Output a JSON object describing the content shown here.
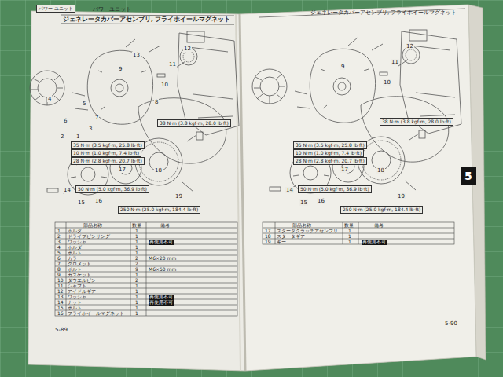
{
  "diagram": {
    "title": "ジェネレータカバーアセンブリ, フライホイールマグネット",
    "nodes": [
      {
        "text": [
          "パワー ユニット"
        ]
      },
      {
        "text": [
          "5"
        ]
      },
      {
        "text": [
          "38 N·m (3.8 kgf·m, 28.0 lb·ft)"
        ]
      },
      {
        "text": [
          "35 N·m (3.5 kgf·m, 25.8 lb·ft)"
        ]
      },
      {
        "text": [
          "10 N·m (1.0 kgf·m, 7.4 lb·ft)"
        ]
      },
      {
        "text": [
          "28 N·m (2.8 kgf·m, 20.7 lb·ft)"
        ]
      },
      {
        "text": [
          "50 N·m (5.0 kgf·m, 36.9 lb·ft)"
        ]
      },
      {
        "text": [
          "250 N·m (25.0 kgf·m, 184.4 lb·ft)"
        ]
      },
      {
        "text": [
          "38 N·m (3.8 kgf·m, 28.0 lb·ft)"
        ]
      },
      {
        "text": [
          "35 N·m (3.5 kgf·m, 25.8 lb·ft)"
        ]
      },
      {
        "text": [
          "10 N·m (1.0 kgf·m, 7.4 lb·ft)"
        ]
      },
      {
        "text": [
          "28 N·m (2.8 kgf·m, 20.7 lb·ft)"
        ]
      },
      {
        "text": [
          "50 N·m (5.0 kgf·m, 36.9 lb·ft)"
        ]
      },
      {
        "text": [
          "250 N·m (25.0 kgf·m, 184.4 lb·ft)"
        ]
      }
    ],
    "labels": [
      "パワーユニット",
      "ジェネレータカバーアセンブリ, フライホイールマグネット",
      "12",
      "11",
      "13",
      "9",
      "10",
      "8",
      "4",
      "5",
      "6",
      "7",
      "3",
      "2",
      "1",
      "17",
      "18",
      "19",
      "14",
      "15",
      "16",
      "12",
      "11",
      "10",
      "9",
      "17",
      "18",
      "19",
      "14",
      "15",
      "16",
      "部品名称",
      "数量",
      "備考",
      "1",
      "ホルダ",
      "1",
      "2",
      "ドライブピンリング",
      "1",
      "3",
      "ワッシャ",
      "1",
      "再使用不可",
      "4",
      "ホルダ",
      "1",
      "5",
      "ボルト",
      "1",
      "6",
      "カラー",
      "2",
      "M6×20 mm",
      "7",
      "グロメット",
      "2",
      "8",
      "ボルト",
      "9",
      "M6×50 mm",
      "9",
      "ガスケット",
      "1",
      "10",
      "ダウエルピン",
      "2",
      "11",
      "シャフト",
      "1",
      "12",
      "アイドルギア",
      "1",
      "13",
      "ワッシャ",
      "1",
      "再使用不可",
      "14",
      "ナット",
      "1",
      "再使用不可",
      "15",
      "ボルト",
      "1",
      "16",
      "フライホイールマグネット",
      "1",
      "部品名称",
      "数量",
      "備考",
      "17",
      "スタータクラッチアセンブリ",
      "1",
      "18",
      "スタータギア",
      "1",
      "19",
      "キー",
      "1",
      "再使用不可",
      "5-89",
      "5-90"
    ]
  }
}
